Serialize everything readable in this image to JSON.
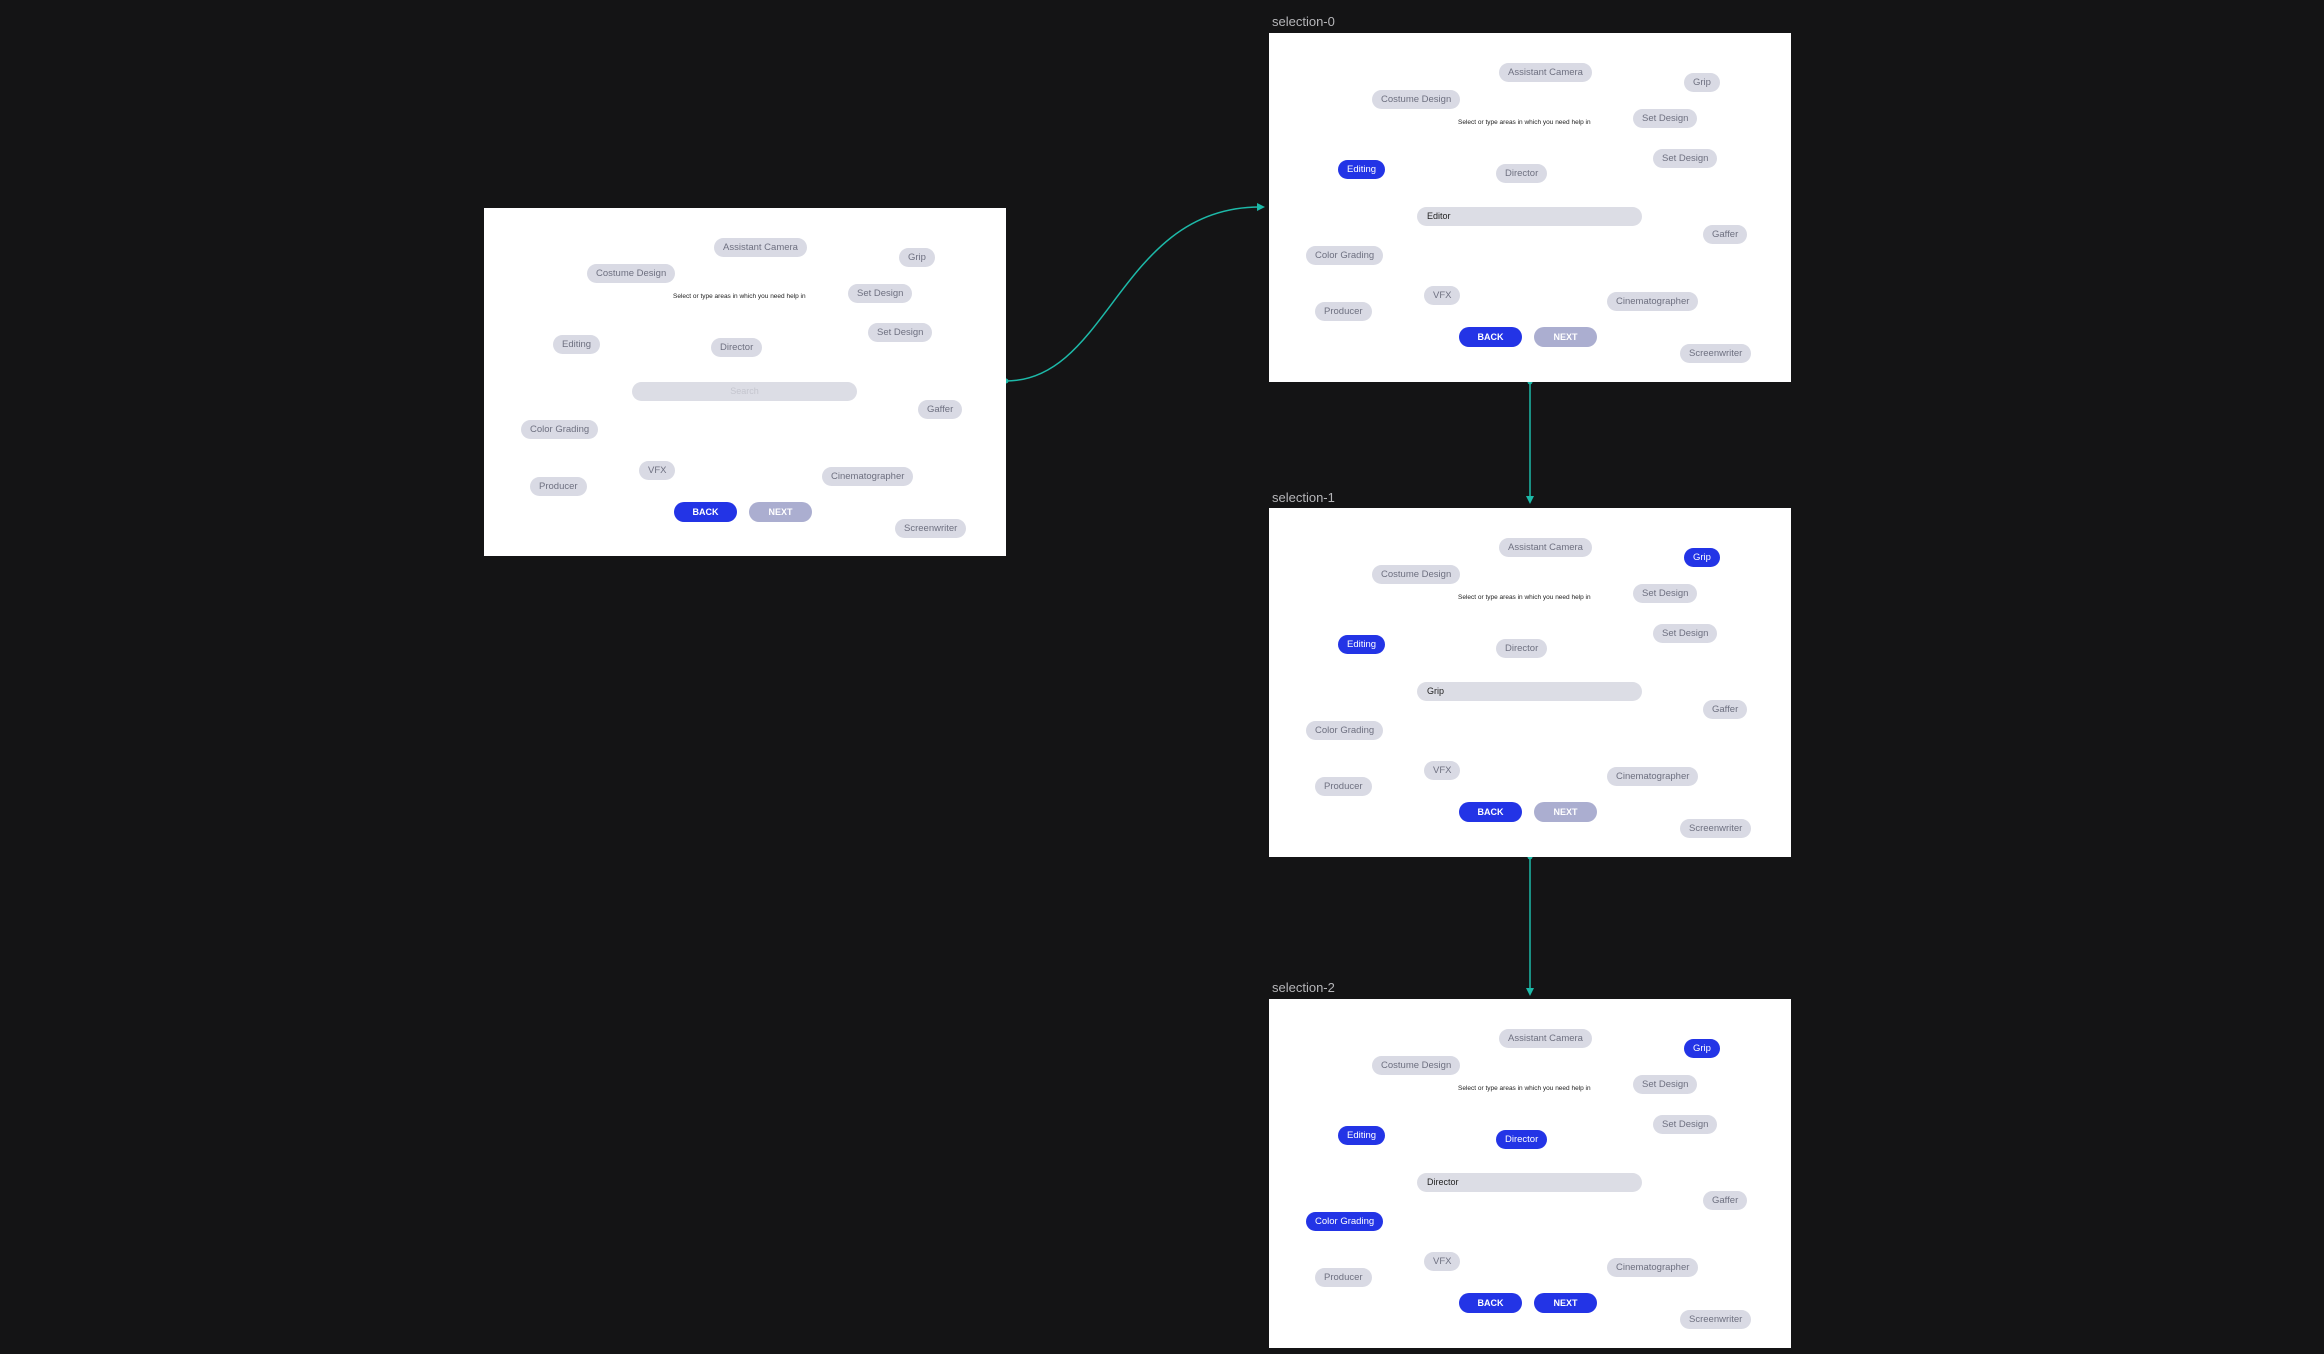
{
  "canvas": {
    "background": "#141415",
    "connector_color": "#1db9a8"
  },
  "colors": {
    "chip_default": "#d9dae4",
    "chip_selected": "#2334e6",
    "button_primary": "#2334e6",
    "button_disabled": "#abaed0"
  },
  "chips": {
    "assistant_camera": "Assistant Camera",
    "grip": "Grip",
    "costume_design": "Costume Design",
    "set_design": "Set Design",
    "editing": "Editing",
    "director": "Director",
    "gaffer": "Gaffer",
    "color_grading": "Color Grading",
    "vfx": "VFX",
    "cinematographer": "Cinematographer",
    "producer": "Producer",
    "screenwriter": "Screenwriter"
  },
  "prompt": "Select or type areas in which you need help in",
  "buttons": {
    "back": "BACK",
    "next": "NEXT"
  },
  "frames": {
    "initial": {
      "search_placeholder": "Search"
    },
    "selection0": {
      "label": "selection-0",
      "search_value": "Editor"
    },
    "selection1": {
      "label": "selection-1",
      "search_value": "Grip"
    },
    "selection2": {
      "label": "selection-2",
      "search_value": "Director"
    }
  },
  "icons": {
    "connector": "arrow-connector-icon"
  }
}
